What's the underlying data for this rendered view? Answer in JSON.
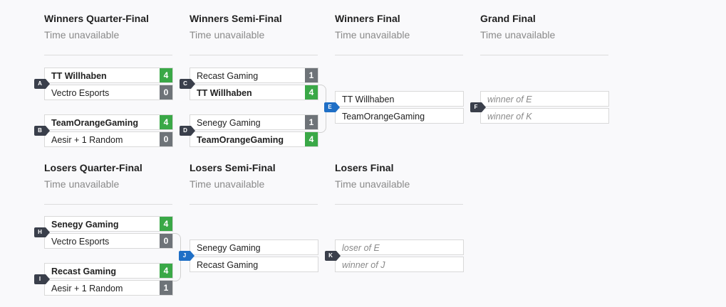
{
  "rounds": {
    "wqf": {
      "title": "Winners Quarter-Final",
      "time": "Time unavailable"
    },
    "wsf": {
      "title": "Winners Semi-Final",
      "time": "Time unavailable"
    },
    "wf": {
      "title": "Winners Final",
      "time": "Time unavailable"
    },
    "gf": {
      "title": "Grand Final",
      "time": "Time unavailable"
    },
    "lqf": {
      "title": "Losers Quarter-Final",
      "time": "Time unavailable"
    },
    "lsf": {
      "title": "Losers Semi-Final",
      "time": "Time unavailable"
    },
    "lf": {
      "title": "Losers Final",
      "time": "Time unavailable"
    }
  },
  "matches": {
    "A": {
      "id": "A",
      "p1": "TT Willhaben",
      "s1": "4",
      "p2": "Vectro Esports",
      "s2": "0"
    },
    "B": {
      "id": "B",
      "p1": "TeamOrangeGaming",
      "s1": "4",
      "p2": "Aesir + 1 Random",
      "s2": "0"
    },
    "C": {
      "id": "C",
      "p1": "Recast Gaming",
      "s1": "1",
      "p2": "TT Willhaben",
      "s2": "4"
    },
    "D": {
      "id": "D",
      "p1": "Senegy Gaming",
      "s1": "1",
      "p2": "TeamOrangeGaming",
      "s2": "4"
    },
    "E": {
      "id": "E",
      "p1": "TT Willhaben",
      "p2": "TeamOrangeGaming"
    },
    "F": {
      "id": "F",
      "p1": "winner of E",
      "p2": "winner of K"
    },
    "H": {
      "id": "H",
      "p1": "Senegy Gaming",
      "s1": "4",
      "p2": "Vectro Esports",
      "s2": "0"
    },
    "I": {
      "id": "I",
      "p1": "Recast Gaming",
      "s1": "4",
      "p2": "Aesir + 1 Random",
      "s2": "1"
    },
    "J": {
      "id": "J",
      "p1": "Senegy Gaming",
      "p2": "Recast Gaming"
    },
    "K": {
      "id": "K",
      "p1": "loser of E",
      "p2": "winner of J"
    }
  },
  "colors": {
    "win": "#3aa847",
    "loss": "#6e7378",
    "badge": "#3a3f4b",
    "badge_active": "#1f6fc6"
  }
}
